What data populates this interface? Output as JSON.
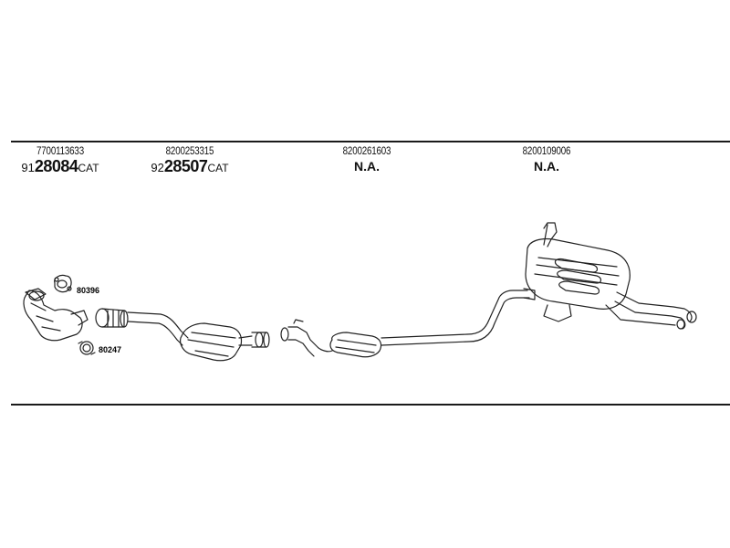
{
  "labels": [
    {
      "code": "7700113633",
      "prefix": "91",
      "number": "28084",
      "suffix": "CAT"
    },
    {
      "code": "8200253315",
      "prefix": "92",
      "number": "28507",
      "suffix": "CAT"
    },
    {
      "code": "8200261603",
      "na": "N.A."
    },
    {
      "code": "8200109006",
      "na": "N.A."
    }
  ],
  "callouts": {
    "gasket_top": "80396",
    "gasket_bottom": "80247"
  }
}
